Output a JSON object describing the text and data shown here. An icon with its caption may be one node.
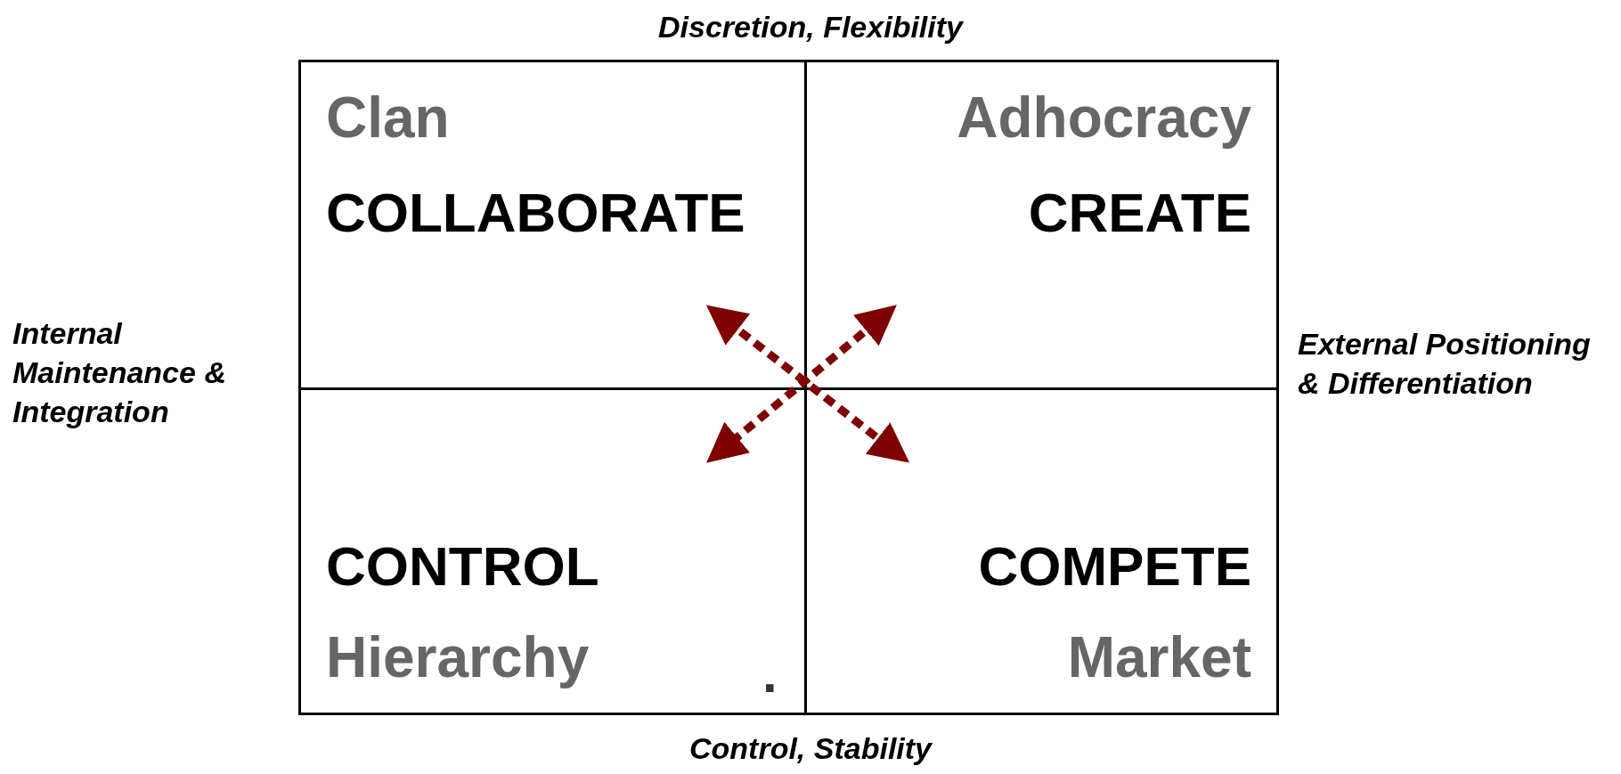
{
  "diagram": {
    "nodes": [
      {
        "text": [
          "Clan",
          "COLLABORATE"
        ]
      },
      {
        "text": [
          "Adhocracy",
          "CREATE"
        ]
      },
      {
        "text": [
          "CONTROL",
          "Hierarchy"
        ]
      },
      {
        "text": [
          "COMPETE",
          "Market"
        ]
      }
    ],
    "edges": [
      {
        "from": 0,
        "to": 3,
        "arrow": "both",
        "style": "dashed",
        "color": "#7f0000"
      },
      {
        "from": 1,
        "to": 2,
        "arrow": "both",
        "style": "dashed",
        "color": "#7f0000"
      }
    ],
    "labels": [
      "Discretion, Flexibility",
      "Internal Maintenance & Integration",
      "External Positioning & Differentiation",
      "Control, Stability",
      "."
    ]
  }
}
